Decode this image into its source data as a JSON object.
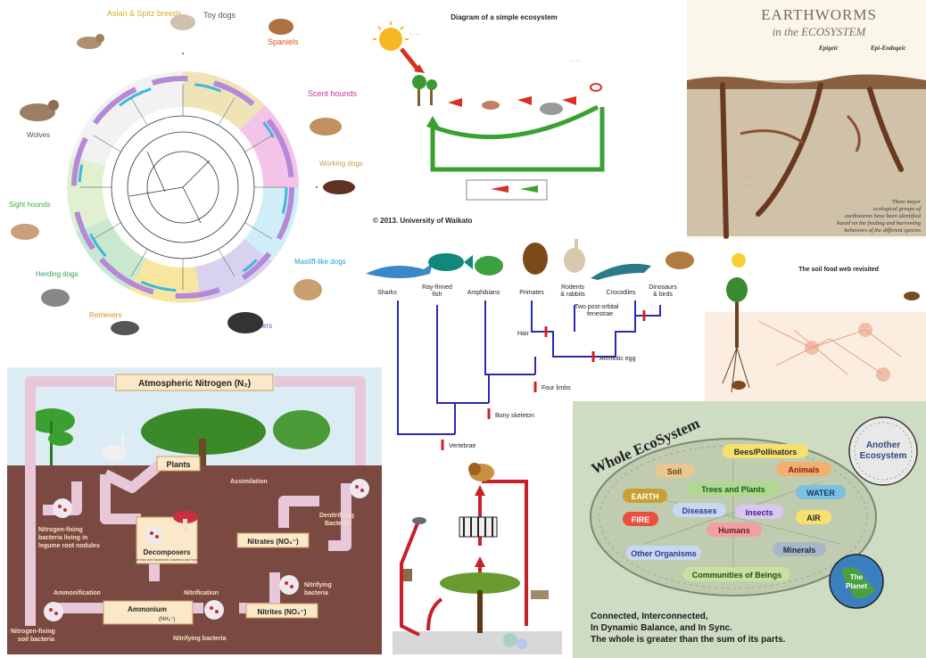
{
  "dog_tree": {
    "groups": {
      "herding_spitz": "Asian & Spitz breeds",
      "toy": "Toy dogs",
      "spaniels": "Spaniels",
      "scent": "Scent hounds",
      "working": "Working dogs",
      "mastiff": "Mastiff-like dogs",
      "small_terriers": "Small terriers",
      "retrievers": "Retrievers",
      "herding": "Herding dogs",
      "sight": "Sight hounds",
      "wolves": "Wolves"
    }
  },
  "ecosystem_diagram": {
    "title": "Diagram of a simple ecosystem",
    "copyright": "© 2013. University of Waikato"
  },
  "earthworms": {
    "title_line1": "EARTHWORMS",
    "title_line2": "in the ECOSYSTEM",
    "labels": {
      "epigeic": "Epigeic",
      "epi_endogeic": "Epi-Endogeic"
    },
    "caption": "Three major ecological groups of earthworms have been identified based on the feeding and burrowing behaviors of the different species"
  },
  "soil_food_web": {
    "title": "The soil food web revisited"
  },
  "vertebrate_tree": {
    "taxa": [
      "Sharks",
      "Ray-finned fish",
      "Amphibians",
      "Primates",
      "Rodents & rabbits",
      "Crocodiles",
      "Dinosaurs & birds"
    ],
    "traits": [
      "Hair",
      "Two post-orbital fenestrae",
      "Amniotic egg",
      "Four limbs",
      "Bony skeleton",
      "Vertebrae"
    ]
  },
  "nitrogen_cycle": {
    "atmospheric": "Atmospheric Nitrogen (N₂)",
    "plants": "Plants",
    "assimilation": "Assimilation",
    "denitrifying": "Denitrifying Bacteria",
    "fixing_legume": "Nitrogen-fixing bacteria living in legume root nodules",
    "decomposers": "Decomposers",
    "decomposers_sub": "(aerobic and anaerobic bacteria and fungi)",
    "nitrates": "Nitrates (NO₃⁻)",
    "ammonification": "Ammonification",
    "nitrification": "Nitrification",
    "nitrifying_bacteria": "Nitrifying bacteria",
    "ammonium": "Ammonium",
    "ammonium_formula": "(NH₄⁺)",
    "nitrites": "Nitrites (NO₂⁻)",
    "fixing_soil": "Nitrogen-fixing soil bacteria",
    "nitrifying_bacteria_bottom": "Nitrifying bacteria"
  },
  "whole_ecosystem": {
    "title": "Whole EcoSystem",
    "another": "Another Ecosystem",
    "bubbles": {
      "bees": "Bees/Pollinators",
      "soil": "Soil",
      "animals": "Animals",
      "earth": "EARTH",
      "trees": "Trees and Plants",
      "water": "WATER",
      "fire": "FIRE",
      "diseases": "Diseases",
      "insects": "Insects",
      "air": "AIR",
      "humans": "Humans",
      "other": "Other Organisms",
      "minerals": "Minerals",
      "communities": "Communities of Beings"
    },
    "planet": "The Planet",
    "footer_line1": "Connected, Interconnected,",
    "footer_line2": "In Dynamic Balance, and In Sync.",
    "footer_line3": "The whole is greater than the sum of its parts."
  }
}
